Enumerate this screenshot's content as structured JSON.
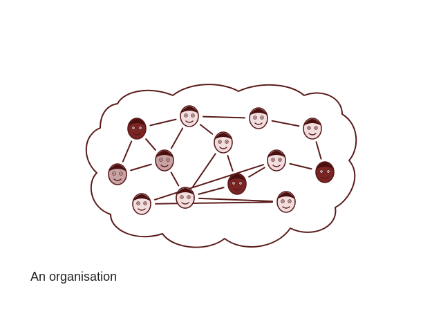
{
  "caption": "An organisation",
  "colors": {
    "ink": "#5a1a1a",
    "face_light": "#f2dede",
    "face_mid": "#c9a3a3",
    "face_dark": "#7a2424",
    "hair": "#4a1010",
    "background": "#ffffff"
  },
  "people": [
    {
      "id": "p1",
      "icon": "person-face-icon",
      "tone": "dark"
    },
    {
      "id": "p2",
      "icon": "person-face-icon",
      "tone": "light"
    },
    {
      "id": "p3",
      "icon": "person-face-icon",
      "tone": "light"
    },
    {
      "id": "p4",
      "icon": "person-face-icon",
      "tone": "light"
    },
    {
      "id": "p5",
      "icon": "person-face-icon",
      "tone": "light"
    },
    {
      "id": "p6",
      "icon": "person-face-icon",
      "tone": "mid"
    },
    {
      "id": "p7",
      "icon": "person-face-icon",
      "tone": "mid"
    },
    {
      "id": "p8",
      "icon": "person-face-icon",
      "tone": "light"
    },
    {
      "id": "p9",
      "icon": "person-face-icon",
      "tone": "dark"
    },
    {
      "id": "p10",
      "icon": "person-face-icon",
      "tone": "light"
    },
    {
      "id": "p11",
      "icon": "person-face-icon",
      "tone": "light"
    },
    {
      "id": "p12",
      "icon": "person-face-icon",
      "tone": "light"
    },
    {
      "id": "p13",
      "icon": "person-face-icon",
      "tone": "dark"
    },
    {
      "id": "p14",
      "icon": "person-face-icon",
      "tone": "light"
    }
  ],
  "links": [
    [
      "p1",
      "p2"
    ],
    [
      "p2",
      "p3"
    ],
    [
      "p3",
      "p4"
    ],
    [
      "p1",
      "p6"
    ],
    [
      "p1",
      "p7"
    ],
    [
      "p2",
      "p7"
    ],
    [
      "p2",
      "p5"
    ],
    [
      "p5",
      "p8"
    ],
    [
      "p5",
      "p9"
    ],
    [
      "p8",
      "p9"
    ],
    [
      "p9",
      "p10"
    ],
    [
      "p10",
      "p13"
    ],
    [
      "p4",
      "p13"
    ],
    [
      "p10",
      "p11"
    ],
    [
      "p11",
      "p14"
    ],
    [
      "p14",
      "p12"
    ],
    [
      "p7",
      "p6"
    ],
    [
      "p7",
      "p8"
    ]
  ]
}
